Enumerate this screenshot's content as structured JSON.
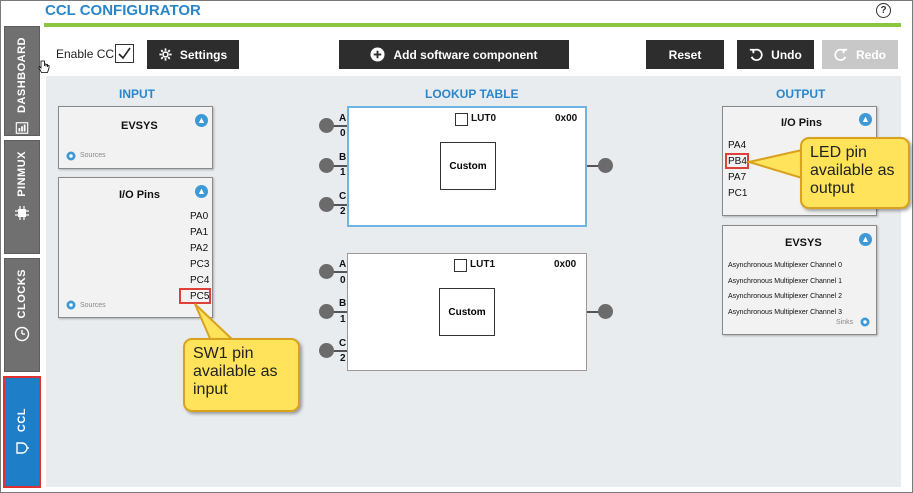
{
  "app": {
    "title": "CCL CONFIGURATOR",
    "help": "?"
  },
  "sidebar": {
    "items": [
      {
        "label": "DASHBOARD",
        "icon": "dashboard-icon"
      },
      {
        "label": "PINMUX",
        "icon": "chip-icon"
      },
      {
        "label": "CLOCKS",
        "icon": "clock-icon"
      },
      {
        "label": "CCL",
        "icon": "logic-gate-icon",
        "active": true
      }
    ]
  },
  "toolbar": {
    "enable_label": "Enable CCL",
    "settings_label": "Settings",
    "add_label": "Add software component",
    "reset_label": "Reset",
    "undo_label": "Undo",
    "redo_label": "Redo"
  },
  "sections": {
    "input": "INPUT",
    "lookup": "LOOKUP TABLE",
    "output": "OUTPUT"
  },
  "input": {
    "evsys": {
      "title": "EVSYS",
      "footer": "Sources"
    },
    "io": {
      "title": "I/O Pins",
      "pins": [
        "PA0",
        "PA1",
        "PA2",
        "PC3",
        "PC4",
        "PC5"
      ],
      "footer": "Sources"
    }
  },
  "luts": [
    {
      "name": "LUT0",
      "value": "0x00",
      "function": "Custom",
      "inputs": [
        {
          "letter": "A",
          "num": "0"
        },
        {
          "letter": "B",
          "num": "1"
        },
        {
          "letter": "C",
          "num": "2"
        }
      ]
    },
    {
      "name": "LUT1",
      "value": "0x00",
      "function": "Custom",
      "inputs": [
        {
          "letter": "A",
          "num": "0"
        },
        {
          "letter": "B",
          "num": "1"
        },
        {
          "letter": "C",
          "num": "2"
        }
      ]
    }
  ],
  "output": {
    "io": {
      "title": "I/O Pins",
      "pins": [
        "PA4",
        "PB4",
        "PA7",
        "PC1"
      ]
    },
    "evsys": {
      "title": "EVSYS",
      "channels": [
        "Asynchronous Multiplexer Channel 0",
        "Asynchronous Multiplexer Channel 1",
        "Asynchronous Multiplexer Channel 2",
        "Asynchronous Multiplexer Channel 3"
      ],
      "footer": "Sinks"
    }
  },
  "callouts": {
    "input": "SW1 pin available as input",
    "output": "LED pin available as output"
  },
  "colors": {
    "accent": "#2a86c9",
    "green": "#8cc63e",
    "callout": "#ffe35a",
    "highlight": "#e0403a"
  }
}
